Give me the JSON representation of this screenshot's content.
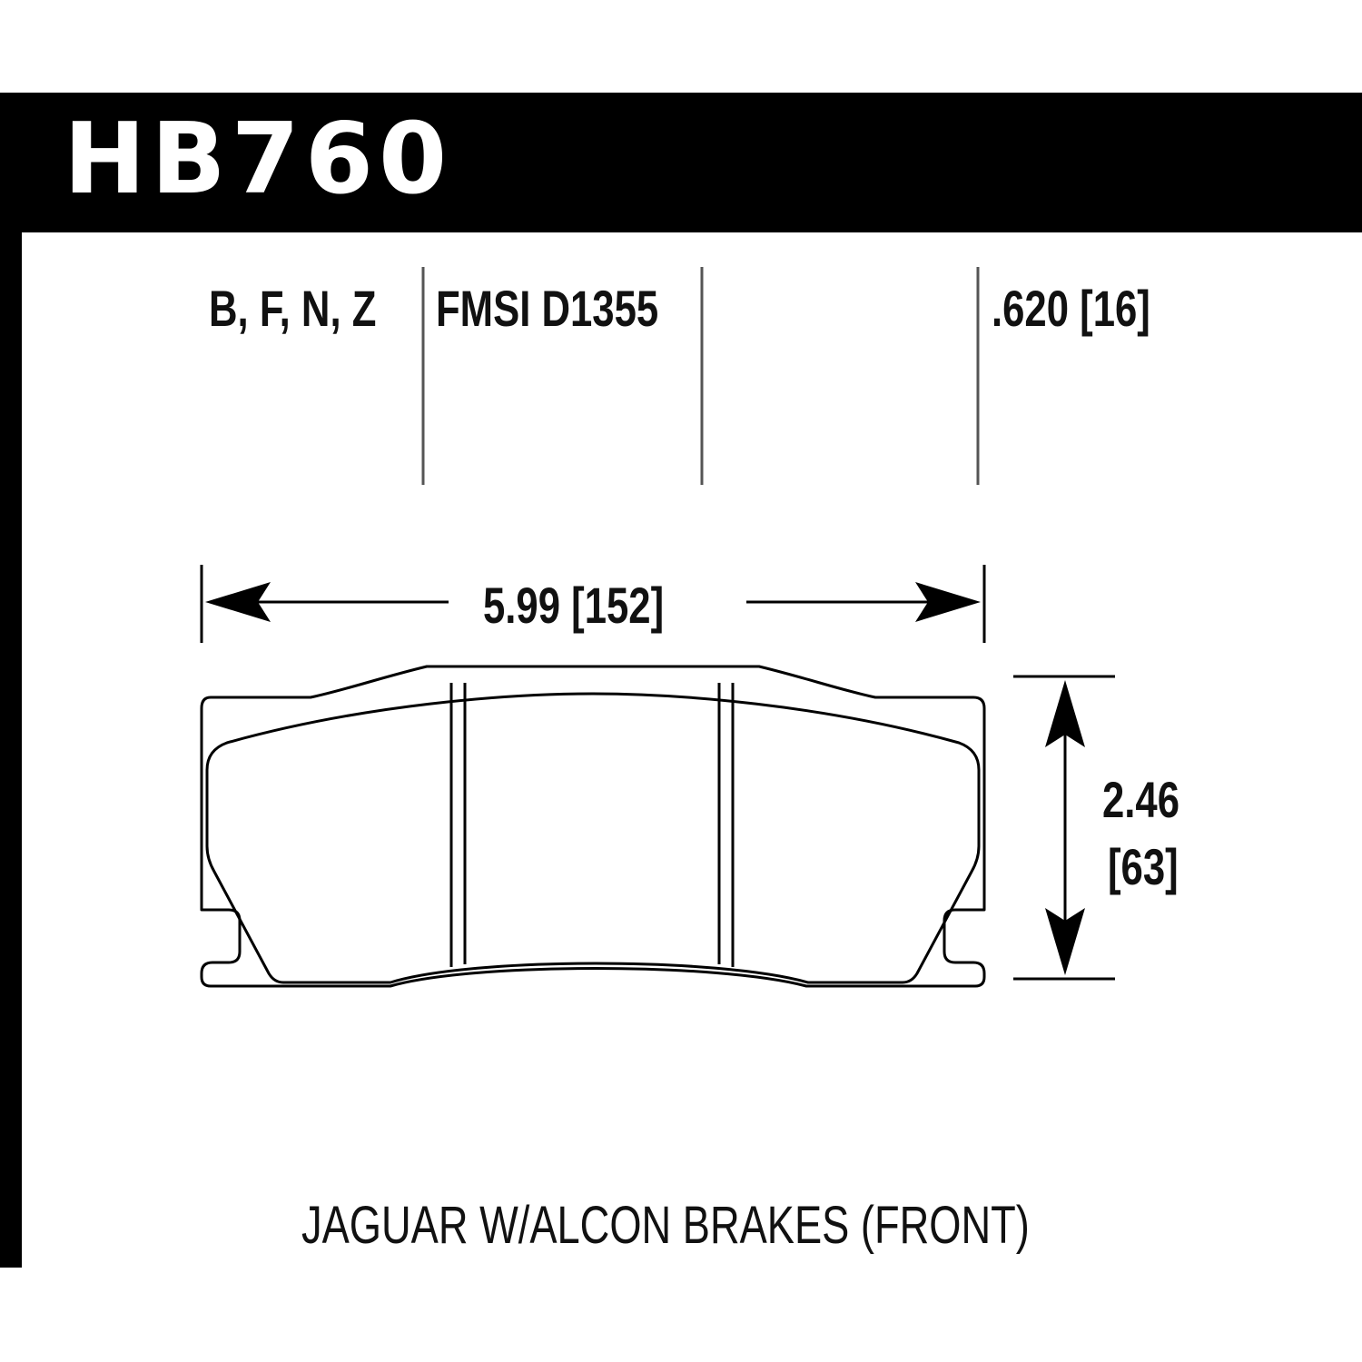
{
  "header": {
    "part_number": "HB760"
  },
  "specs": {
    "compounds": "B, F, N, Z",
    "fmsi": "FMSI D1355",
    "thickness": ".620 [16]"
  },
  "dimensions": {
    "width": "5.99 [152]",
    "height_in": "2.46",
    "height_mm": "[63]"
  },
  "application": "JAGUAR W/ALCON BRAKES (FRONT)",
  "colors": {
    "ink": "#000000",
    "divider": "#555555",
    "background": "#ffffff"
  }
}
